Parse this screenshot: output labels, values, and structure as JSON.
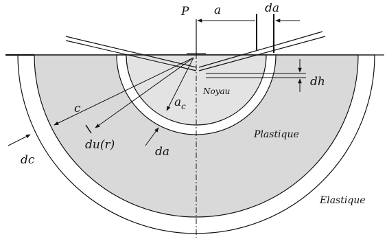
{
  "labels": {
    "load_point": "P",
    "contact_radius": "a",
    "contact_increment": "da",
    "depth_increment": "dh",
    "core_region": "Noyau",
    "core_radius_base": "a",
    "core_radius_sub": "c",
    "plastic_radius": "c",
    "displacement": "du(r)",
    "core_increment": "da",
    "plastic_region": "Plastique",
    "plastic_increment": "dc",
    "elastic_region": "Elastique"
  },
  "colors": {
    "plastic_fill": "#d9d9d9",
    "core_fill": "#e3e3e3",
    "ring_fill": "#ffffff",
    "line": "#111111"
  }
}
